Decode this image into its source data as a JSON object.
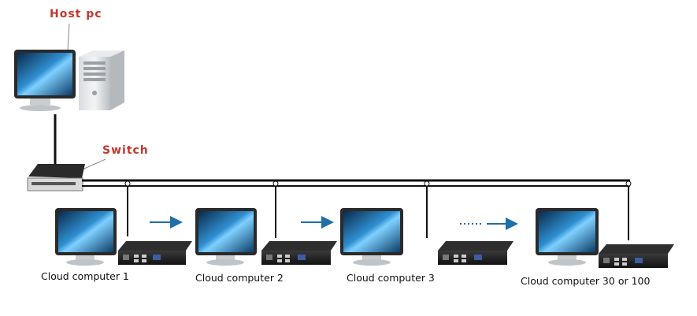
{
  "host": {
    "label": "Host pc"
  },
  "switch": {
    "label": "Switch"
  },
  "clients": [
    {
      "label": "Cloud computer 1"
    },
    {
      "label": "Cloud computer 2"
    },
    {
      "label": "Cloud computer 3"
    },
    {
      "label": "Cloud computer 30 or 100"
    }
  ],
  "colors": {
    "accent_red": "#c0392b",
    "arrow_blue": "#1f6fa8",
    "cable": "#111111",
    "box": "#1e1e1e"
  }
}
